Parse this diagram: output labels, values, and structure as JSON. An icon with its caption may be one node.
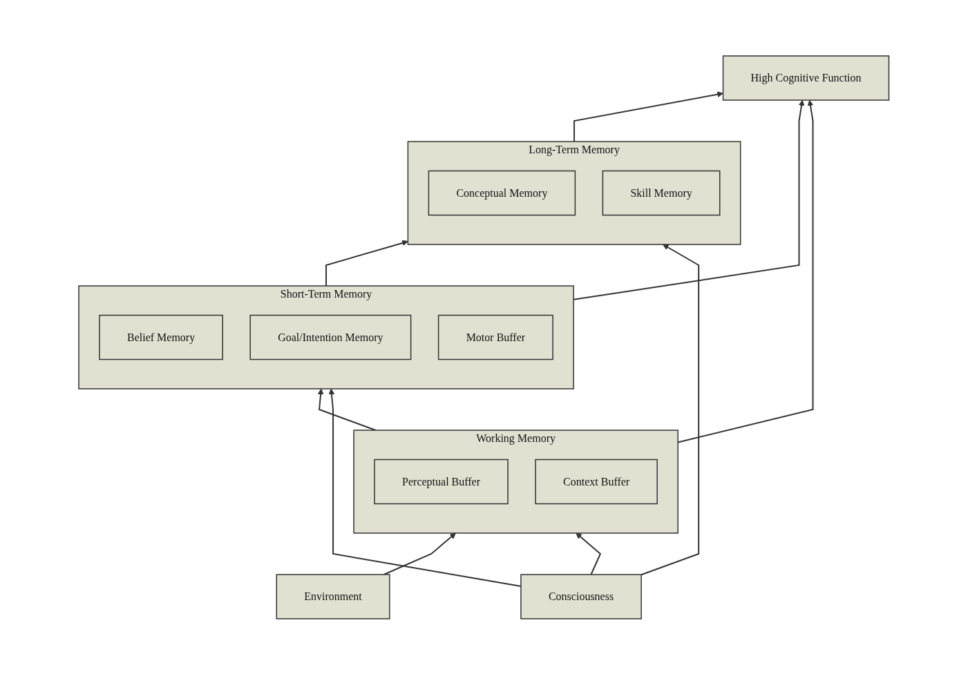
{
  "diagram": {
    "nodes": [
      {
        "text": [
          "High Cognitive Function"
        ]
      },
      {
        "text": [
          "Long-Term Memory"
        ]
      },
      {
        "text": [
          "Conceptual Memory"
        ],
        "in": 1
      },
      {
        "text": [
          "Skill Memory"
        ],
        "in": 1
      },
      {
        "text": [
          "Short-Term Memory"
        ]
      },
      {
        "text": [
          "Belief Memory"
        ],
        "in": 4
      },
      {
        "text": [
          "Goal/Intention Memory"
        ],
        "in": 4
      },
      {
        "text": [
          "Motor Buffer"
        ],
        "in": 4
      },
      {
        "text": [
          "Working Memory"
        ]
      },
      {
        "text": [
          "Perceptual Buffer"
        ],
        "in": 8
      },
      {
        "text": [
          "Context Buffer"
        ],
        "in": 8
      },
      {
        "text": [
          "Environment"
        ]
      },
      {
        "text": [
          "Consciousness"
        ]
      }
    ],
    "edges": [
      {
        "from": 1,
        "to": 0,
        "arrow": "to"
      },
      {
        "from": 4,
        "to": 0,
        "arrow": "to"
      },
      {
        "from": 8,
        "to": 0,
        "arrow": "to"
      },
      {
        "from": 4,
        "to": 1,
        "arrow": "to"
      },
      {
        "from": 8,
        "to": 4,
        "arrow": "to"
      },
      {
        "from": 11,
        "to": 8,
        "arrow": "to"
      },
      {
        "from": 12,
        "to": 1,
        "arrow": "to"
      },
      {
        "from": 12,
        "to": 4,
        "arrow": "to"
      },
      {
        "from": 12,
        "to": 8,
        "arrow": "to"
      }
    ]
  }
}
